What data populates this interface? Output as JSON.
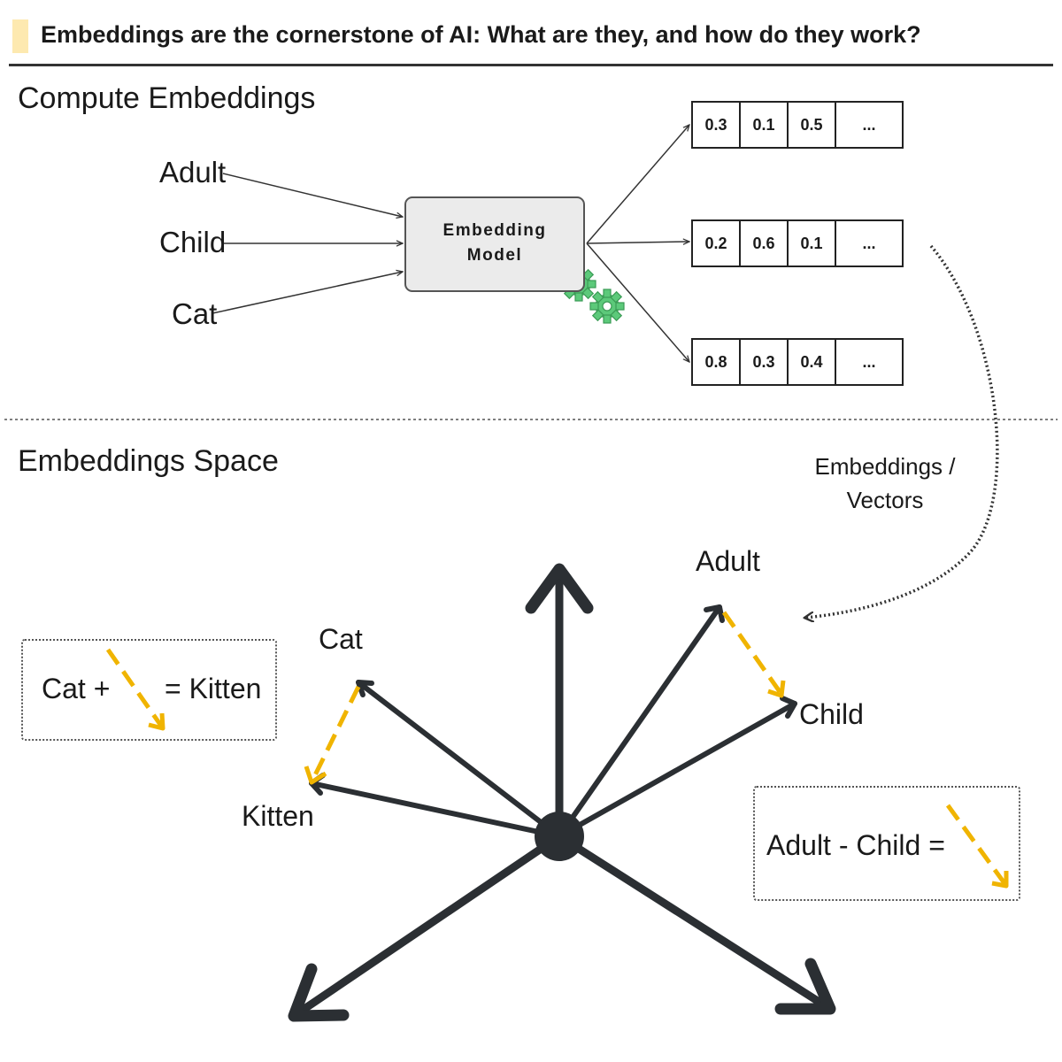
{
  "header": {
    "title": "Embeddings are the cornerstone of AI: What are they, and how do they work?"
  },
  "compute_section": {
    "title": "Compute Embeddings",
    "inputs": [
      "Adult",
      "Child",
      "Cat"
    ],
    "model": {
      "line1": "Embedding",
      "line2": "Model",
      "icon": "gears-icon"
    },
    "vectors": [
      [
        "0.3",
        "0.1",
        "0.5",
        "..."
      ],
      [
        "0.2",
        "0.6",
        "0.1",
        "..."
      ],
      [
        "0.8",
        "0.3",
        "0.4",
        "..."
      ]
    ],
    "caption_line1": "Embeddings /",
    "caption_line2": "Vectors"
  },
  "space_section": {
    "title": "Embeddings Space",
    "labels": {
      "adult": "Adult",
      "child": "Child",
      "cat": "Cat",
      "kitten": "Kitten"
    },
    "formula_left": {
      "prefix": "Cat +",
      "suffix": "= Kitten"
    },
    "formula_right": {
      "text": "Adult - Child ="
    }
  },
  "colors": {
    "axis": "#2b2f33",
    "difference_arrow": "#f0b400",
    "gear": "#5cc97a",
    "header_accent": "#fde9b0",
    "model_fill": "#ebebeb"
  }
}
